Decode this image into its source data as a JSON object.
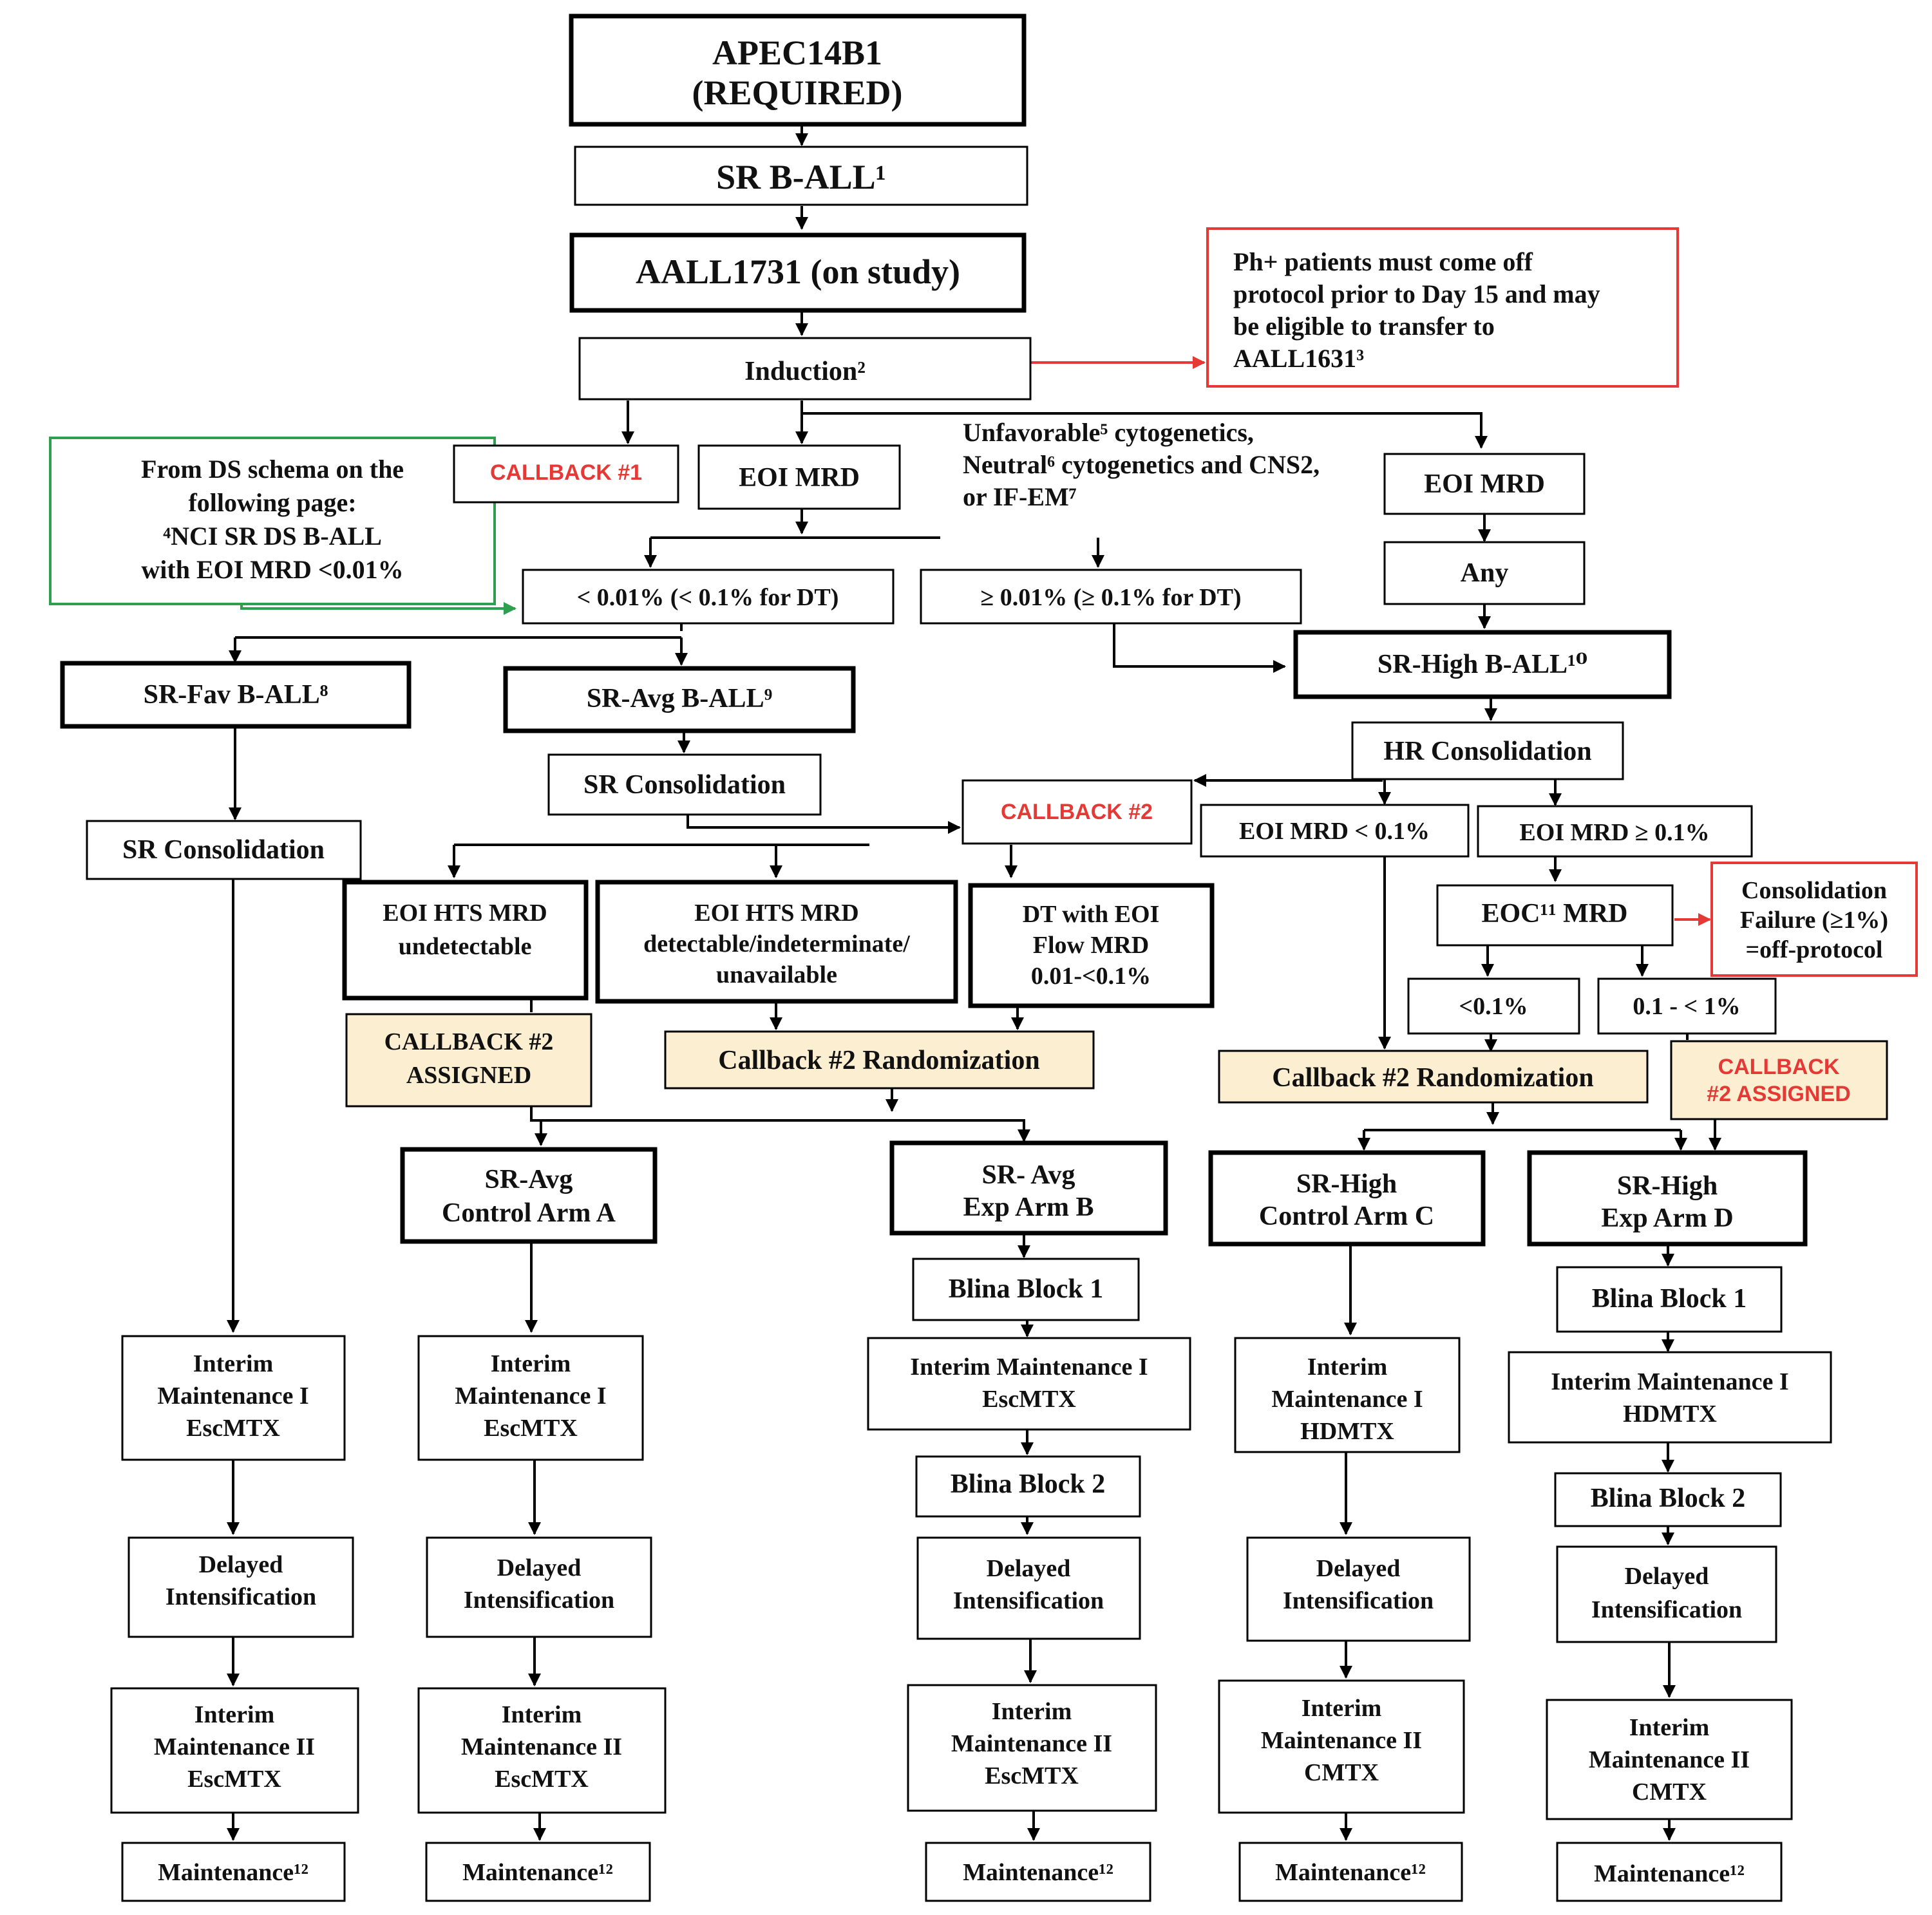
{
  "boxes": {
    "apec": [
      "APEC14B1",
      "(REQUIRED)"
    ],
    "sr_ball": [
      "SR B-ALL¹"
    ],
    "aall1731": [
      "AALL1731 (on study)"
    ],
    "induction": [
      "Induction²"
    ],
    "ph_note": [
      "Ph+ patients must come off",
      "protocol prior to Day 15 and may",
      "be eligible to transfer to",
      "AALL1631³"
    ],
    "ds_note": [
      "From DS schema on the",
      "following page:",
      "⁴NCI SR DS B-ALL",
      "with EOI MRD <0.01%"
    ],
    "callback1": [
      "CALLBACK #1"
    ],
    "eoi_mrd_left": [
      "EOI MRD"
    ],
    "unfavorable": [
      "Unfavorable⁵ cytogenetics,",
      "Neutral⁶ cytogenetics and CNS2,",
      "or IF-EM⁷"
    ],
    "eoi_mrd_right": [
      "EOI MRD"
    ],
    "any": [
      "Any"
    ],
    "lt001": [
      "< 0.01% (< 0.1% for DT)"
    ],
    "ge001": [
      "≥ 0.01% (≥ 0.1% for DT)"
    ],
    "sr_high": [
      "SR-High B-ALL¹⁰"
    ],
    "sr_fav": [
      "SR-Fav B-ALL⁸"
    ],
    "sr_avg": [
      "SR-Avg B-ALL⁹"
    ],
    "sr_consol_mid": [
      "SR Consolidation"
    ],
    "sr_consol_left": [
      "SR Consolidation"
    ],
    "hr_consol": [
      "HR Consolidation"
    ],
    "callback2": [
      "CALLBACK #2"
    ],
    "eoi_lt01": [
      "EOI MRD < 0.1%"
    ],
    "eoi_ge01": [
      "EOI MRD ≥ 0.1%"
    ],
    "hts_undetect": [
      "EOI HTS MRD",
      "undetectable"
    ],
    "hts_detect": [
      "EOI HTS MRD",
      "detectable/indeterminate/",
      "unavailable"
    ],
    "dt_flow": [
      "DT with EOI",
      "Flow MRD",
      "0.01-<0.1%"
    ],
    "eoc_mrd": [
      "EOC¹¹ MRD"
    ],
    "consol_fail": [
      "Consolidation",
      "Failure (≥1%)",
      "=off-protocol"
    ],
    "lt01": [
      "<0.1%"
    ],
    "range01_1": [
      "0.1 - < 1%"
    ],
    "cb2_assigned_left": [
      "CALLBACK #2",
      "ASSIGNED"
    ],
    "cb2_rand_mid": [
      "Callback #2 Randomization"
    ],
    "cb2_rand_right": [
      "Callback #2 Randomization"
    ],
    "cb2_assigned_right": [
      "CALLBACK",
      "#2 ASSIGNED"
    ],
    "arm_a": [
      "SR-Avg",
      "Control Arm A"
    ],
    "arm_b": [
      "SR- Avg",
      "Exp Arm B"
    ],
    "arm_c": [
      "SR-High",
      "Control Arm C"
    ],
    "arm_d": [
      "SR-High",
      "Exp Arm D"
    ],
    "blina1_b": [
      "Blina Block 1"
    ],
    "blina1_d": [
      "Blina Block 1"
    ],
    "im1_fav": [
      "Interim",
      "Maintenance I",
      "EscMTX"
    ],
    "im1_a": [
      "Interim",
      "Maintenance I",
      "EscMTX"
    ],
    "im1_b": [
      "Interim Maintenance I",
      "EscMTX"
    ],
    "im1_c": [
      "Interim",
      "Maintenance I",
      "HDMTX"
    ],
    "im1_d": [
      "Interim Maintenance I",
      "HDMTX"
    ],
    "blina2_b": [
      "Blina Block 2"
    ],
    "blina2_d": [
      "Blina Block 2"
    ],
    "di_fav": [
      "Delayed",
      "Intensification"
    ],
    "di_a": [
      "Delayed",
      "Intensification"
    ],
    "di_b": [
      "Delayed",
      "Intensification"
    ],
    "di_c": [
      "Delayed",
      "Intensification"
    ],
    "di_d": [
      "Delayed",
      "Intensification"
    ],
    "im2_fav": [
      "Interim",
      "Maintenance II",
      "EscMTX"
    ],
    "im2_a": [
      "Interim",
      "Maintenance II",
      "EscMTX"
    ],
    "im2_b": [
      "Interim",
      "Maintenance II",
      "EscMTX"
    ],
    "im2_c": [
      "Interim",
      "Maintenance II",
      "CMTX"
    ],
    "im2_d": [
      "Interim",
      "Maintenance II",
      "CMTX"
    ],
    "maint_fav": [
      "Maintenance¹²"
    ],
    "maint_a": [
      "Maintenance¹²"
    ],
    "maint_b": [
      "Maintenance¹²"
    ],
    "maint_c": [
      "Maintenance¹²"
    ],
    "maint_d": [
      "Maintenance¹²"
    ]
  }
}
